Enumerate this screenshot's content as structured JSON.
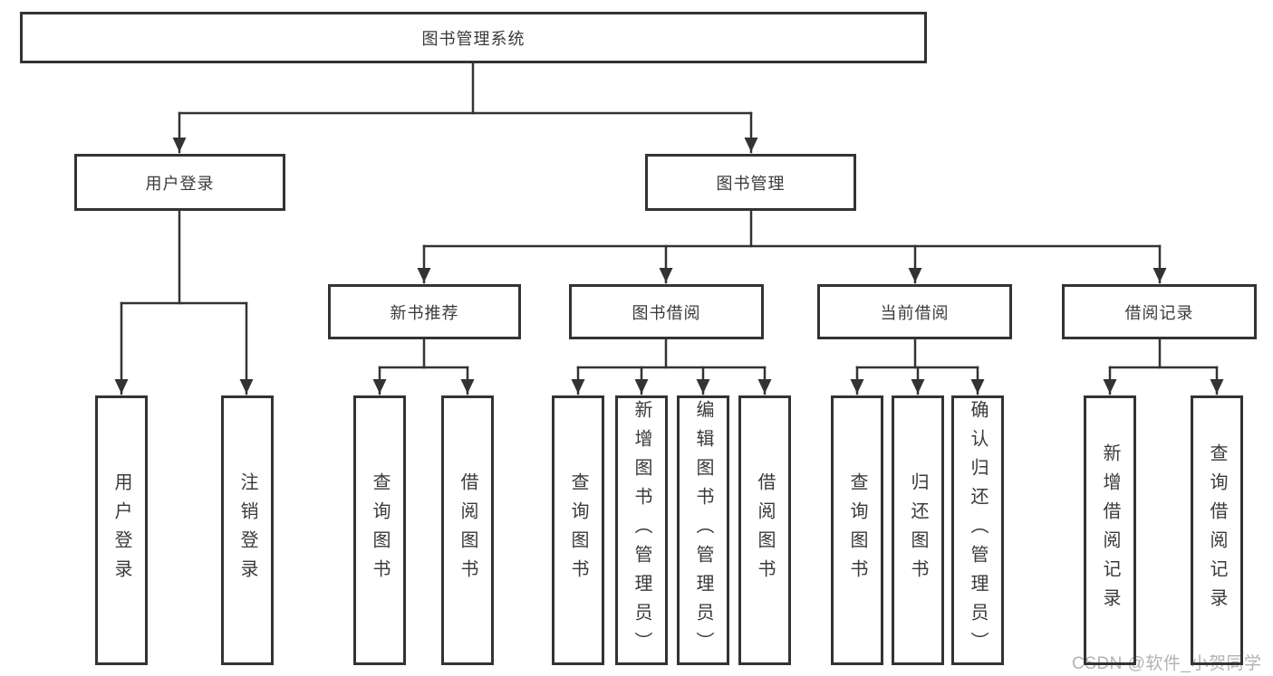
{
  "diagram": {
    "root": {
      "label": "图书管理系统"
    },
    "branches": [
      {
        "label": "用户登录",
        "children": [
          {
            "label": "用户登录"
          },
          {
            "label": "注销登录"
          }
        ]
      },
      {
        "label": "图书管理",
        "children": [
          {
            "label": "新书推荐",
            "children": [
              {
                "label": "查询图书"
              },
              {
                "label": "借阅图书"
              }
            ]
          },
          {
            "label": "图书借阅",
            "children": [
              {
                "label": "查询图书"
              },
              {
                "label": "新增图书（管理员）"
              },
              {
                "label": "编辑图书（管理员）"
              },
              {
                "label": "借阅图书"
              }
            ]
          },
          {
            "label": "当前借阅",
            "children": [
              {
                "label": "查询图书"
              },
              {
                "label": "归还图书"
              },
              {
                "label": "确认归还（管理员）"
              }
            ]
          },
          {
            "label": "借阅记录",
            "children": [
              {
                "label": "新增借阅记录"
              },
              {
                "label": "查询借阅记录"
              }
            ]
          }
        ]
      }
    ]
  },
  "watermark": {
    "text": "CSDN @软件_小贺同学"
  },
  "colors": {
    "line": "#333333",
    "text": "#3a3a3a",
    "watermark": "#b2b2b2",
    "background": "#ffffff"
  }
}
